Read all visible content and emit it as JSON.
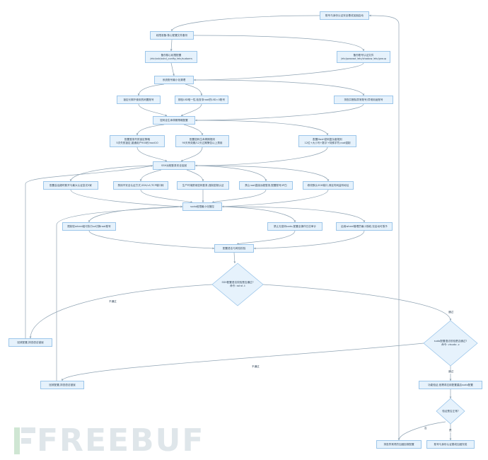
{
  "nodes": {
    "start": [
      "账号与身份认证安全基线加固启动"
    ],
    "prep": [
      "权限准备:核心配置文件备份"
    ],
    "backup_core": [
      "备份核心权限配置",
      "/etc/ssh/sshd_config /etc/sudoers"
    ],
    "backup_auth": [
      "备份账号认证文件",
      "/etc/passwd /etc/shadow /etc/group"
    ],
    "cleanup": [
      "系统账号最小化清理"
    ],
    "lock": [
      "锁定长期不使用的闲置账号"
    ],
    "uid": [
      "核验UID唯一性,检查非root的UID=0账号"
    ],
    "delete": [
      "排查并删除异常账号/异常用途账号"
    ],
    "password": [
      "密码全生命周期策略配置"
    ],
    "policy": [
      "配置登录失败锁定策略",
      "5次失败锁定,普通用户900秒/root10"
    ],
    "lifecycle": [
      "配置密码生命周期规则",
      "90天有效期/12天过期警告以上禁用"
    ],
    "complexity": [
      "配置Hash密码复杂度规则",
      "12位+大小写+数字+特殊字符,root强制"
    ],
    "ssh": [
      "SSH远程登录安全加固"
    ],
    "ssh_banner": [
      "配置会话超时断开与最大认证尝试3家"
    ],
    "ssh_port": [
      "禁用不安全认证方式,SSH/v1/TCP端口转"
    ],
    "ssh_prod": [
      "生产环境禁用密码登录,强制密钥认证"
    ],
    "ssh_root": [
      "禁止root直接远程登录,配置账号/IP白"
    ],
    "ssh_port2": [
      "修改默认SSH端口,绑定内网监听地址"
    ],
    "sudo": [
      "sudo权限最小化管控"
    ],
    "sudo_wheel": [
      "限制仅wheel组可执行su切换root账号"
    ],
    "sudo_audit": [
      "禁止无密码sudo,配置全操作日志审计"
    ],
    "sudo_fine": [
      "启用wheel管理员最小授权,仅启动可授予"
    ],
    "validate": [
      "配置语法与风险校验"
    ],
    "rollback_ssh": [
      "回滚配置,排查语法错误"
    ],
    "rollback_sudo": [
      "回滚配置,排查语法错误"
    ],
    "reload": [
      "功能验证,依需求应用配置重启sudo配置"
    ],
    "rollback_final": [
      "排查异常项的加固回滚配置"
    ],
    "finish": [
      "账号与身份认证基线加固完成"
    ]
  },
  "decisions": {
    "ssh_check": [
      "SSH配置语法校验是否通过?",
      "命令: sshd -t"
    ],
    "sudo_check": [
      "sudo配置语法校验是否通过?",
      "命令: visudo -c"
    ],
    "final_check": [
      "验证是否正常?"
    ]
  },
  "edge_labels": {
    "ssh_fail": "不通过",
    "ssh_pass": "通过",
    "sudo_fail": "不通过",
    "sudo_pass": "通过",
    "final_fail": "否",
    "final_pass": "是"
  },
  "watermark": "FREEBUF",
  "colors": {
    "node_fill": "#e6f2fc",
    "node_stroke": "#9cc6ea",
    "edge": "#8fa3b3",
    "text": "#33475b",
    "watermark": "#dfe6ea",
    "watermark_icon": "#cfe6d3"
  }
}
